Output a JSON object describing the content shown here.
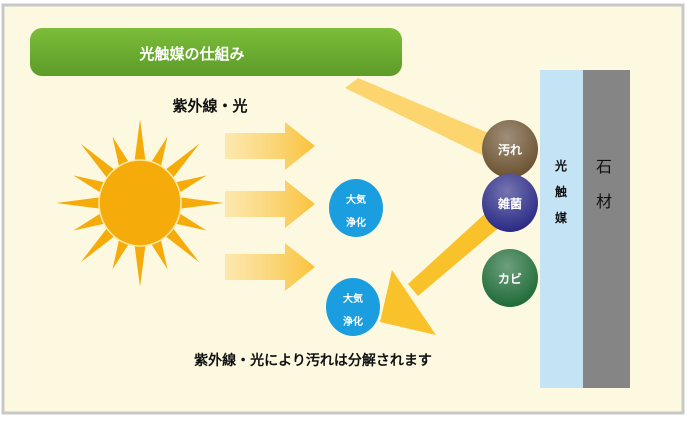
{
  "title": "光触媒の仕組み",
  "uv_label": "紫外線・光",
  "bubbles_air": [
    {
      "line1": "大気",
      "line2": "浄化"
    },
    {
      "line1": "大気",
      "line2": "浄化"
    }
  ],
  "particles": [
    {
      "label": "汚れ",
      "color": "#6b5230"
    },
    {
      "label": "雑菌",
      "color": "#2a2a86"
    },
    {
      "label": "カビ",
      "color": "#1f6b37"
    }
  ],
  "photocatalyst_layer": {
    "chars": [
      "光",
      "触",
      "媒"
    ],
    "color": "#c4e4f6"
  },
  "stone_layer": {
    "chars": [
      "石",
      "材"
    ],
    "color": "#858585"
  },
  "caption": "紫外線・光により汚れは分解されます",
  "colors": {
    "background": "#fdf9e1",
    "title_bar": "#6aac2e",
    "sun": "#f5ac0a",
    "arrow": "#fbc94a",
    "air_bubble": "#1b9ee0"
  }
}
